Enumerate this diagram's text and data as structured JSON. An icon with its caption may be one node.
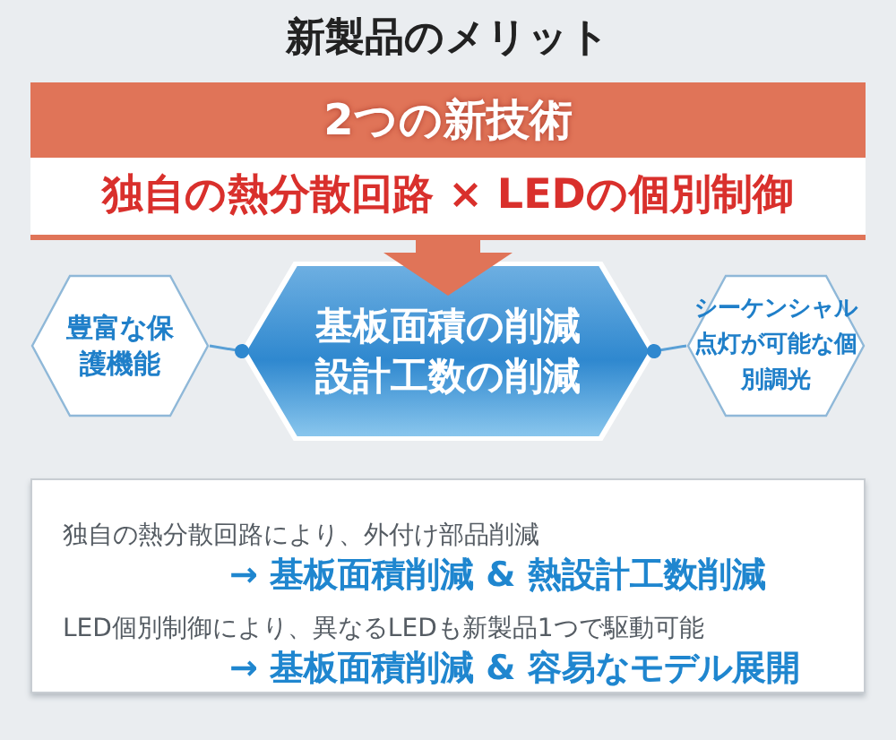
{
  "diagram": {
    "title": "新製品のメリット",
    "nodes": [
      {
        "text": [
          "2つの新技術",
          "独自の熱分散回路 × LEDの個別制御"
        ]
      },
      {
        "text": [
          "豊富な保護機能"
        ]
      },
      {
        "text": [
          "基板面積の削減設計工数の削減"
        ]
      },
      {
        "text": [
          "シーケンシャル点灯が可能な個別調光"
        ]
      },
      {
        "text": [
          "独自の熱分散回路により、外付け部品削減",
          "→ 基板面積削減 & 熱設計工数削減",
          "LED個別制御により、異なるLEDも新製品1つで駆動可能",
          "→ 基板面積削減 & 容易なモデル展開"
        ]
      }
    ],
    "edges": [
      {
        "from": 0,
        "to": 2,
        "arrow": "to",
        "style": "thick",
        "color": "#e07458"
      },
      {
        "from": 1,
        "to": 2,
        "arrow": "other"
      },
      {
        "from": 3,
        "to": 2,
        "arrow": "other"
      }
    ]
  }
}
